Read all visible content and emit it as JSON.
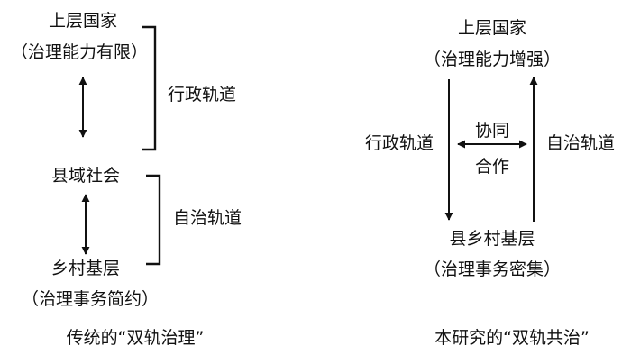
{
  "left": {
    "upper_title": "上层国家",
    "upper_sub": "（治理能力有限）",
    "admin_track": "行政轨道",
    "county": "县域社会",
    "self_track": "自治轨道",
    "village": "乡村基层",
    "village_sub": "（治理事务简约）",
    "caption": "传统的“双轨治理”"
  },
  "right": {
    "upper_title": "上层国家",
    "upper_sub": "（治理能力增强）",
    "admin_track": "行政轨道",
    "coop_top": "协同",
    "coop_bottom": "合作",
    "self_track": "自治轨道",
    "village": "县乡村基层",
    "village_sub": "（治理事务密集）",
    "caption": "本研究的“双轨共治”"
  },
  "colors": {
    "ink": "#111111",
    "background": "#ffffff"
  }
}
